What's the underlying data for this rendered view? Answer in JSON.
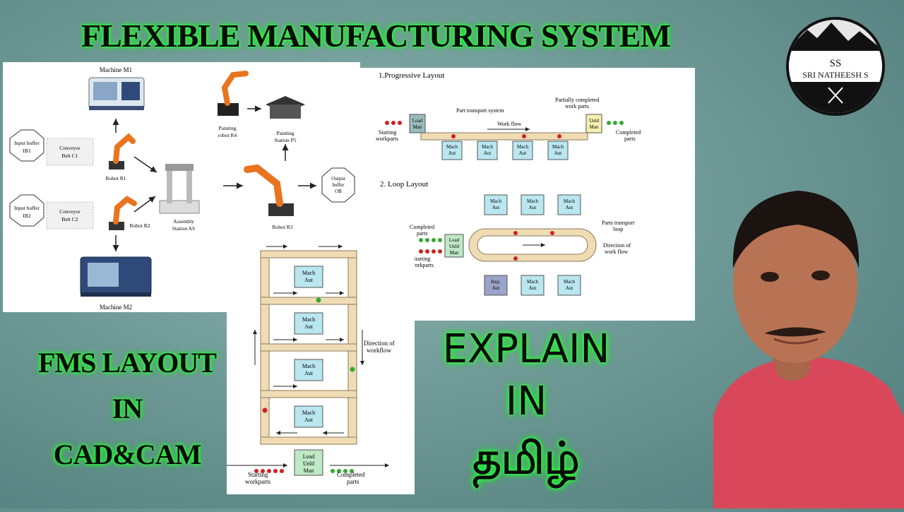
{
  "title": "FLEXIBLE MANUFACTURING SYSTEM",
  "left_caption": {
    "line1": "FMS LAYOUT",
    "line2": "IN",
    "line3": "CAD&CAM"
  },
  "explain": {
    "line1": "EXPLAIN",
    "line2": "IN",
    "line3": "தமிழ்"
  },
  "logo": {
    "initials": "SS",
    "name": "SRI NATHEESH S"
  },
  "fms_diagram": {
    "machine_m1": "Machine M1",
    "machine_m2": "Machine M2",
    "input_buffer_1": [
      "Input buffer",
      "IB1"
    ],
    "input_buffer_2": [
      "Input buffer",
      "IB2"
    ],
    "conveyor_1": [
      "Conveyor",
      "Belt C1"
    ],
    "conveyor_2": [
      "Conveyor",
      "Belt C2"
    ],
    "robot_r1": "Robot R1",
    "robot_r2": "Robot R2",
    "robot_r3": "Robot R3",
    "painting_robot": [
      "Painting",
      "robot R4"
    ],
    "painting_station": [
      "Painting",
      "Station P5"
    ],
    "assembly": [
      "Assembly",
      "Station AS"
    ],
    "output_buffer": [
      "Output",
      "buffer",
      "OB"
    ]
  },
  "progressive": {
    "heading": "1.Progressive Layout",
    "part_transport": "Part transport system",
    "partially": [
      "Partially completed",
      "work parts"
    ],
    "work_flow": "Work flow",
    "load_man": [
      "Load",
      "Man"
    ],
    "unld_man": [
      "Unld",
      "Man"
    ],
    "starting": [
      "Starting",
      "workparts"
    ],
    "completed": [
      "Completed",
      "parts"
    ],
    "mach_aut": [
      "Mach",
      "Aut"
    ]
  },
  "loop": {
    "heading": "2. Loop Layout",
    "parts_transport": [
      "Parts transport",
      "loop"
    ],
    "direction": [
      "Direction of",
      "work flow"
    ],
    "completed": [
      "Completed",
      "parts"
    ],
    "starting": [
      "Starting",
      "workparts"
    ],
    "load_unld": [
      "Load",
      "Unld",
      "Man"
    ],
    "mach_aut": [
      "Mach",
      "Aut"
    ],
    "insp_aut": [
      "Insp.",
      "Aut"
    ]
  },
  "ladder": {
    "direction": [
      "Direction of",
      "workflow"
    ],
    "mach_aut": [
      "Mach",
      "Aut"
    ],
    "load_unld": [
      "Load",
      "Unld",
      "Man"
    ],
    "starting": [
      "Starting",
      "workparts"
    ],
    "completed": [
      "Completed",
      "parts"
    ]
  },
  "colors": {
    "glow": "#2bff3a",
    "mach_box": "#b9e6ef",
    "load_box": "#bfe8c6",
    "track": "#efdcb5",
    "shirt": "#d9485a"
  }
}
